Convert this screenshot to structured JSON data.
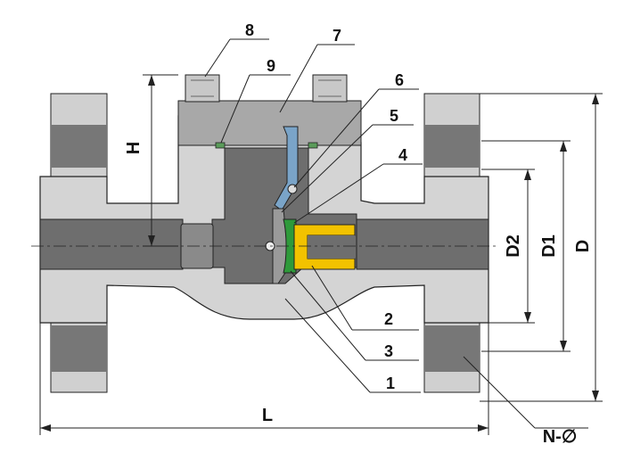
{
  "diagram": {
    "part_numbers": [
      "1",
      "2",
      "3",
      "4",
      "5",
      "6",
      "7",
      "8",
      "9"
    ],
    "dimensions": {
      "height": "H",
      "length": "L",
      "diameter_2": "D2",
      "diameter_1": "D1",
      "outer_diameter": "D",
      "bolt_holes": "N-∅"
    },
    "colors": {
      "body_light": "#d4d4d4",
      "body_mid": "#a8a8a8",
      "body_dark": "#6e6e6e",
      "flange_light": "#d0d0d0",
      "flange_dark": "#777777",
      "seat_yellow": "#f2c200",
      "seal_green": "#2e9a3a",
      "disc_blue": "#7aa4c8",
      "line": "#222222"
    }
  }
}
